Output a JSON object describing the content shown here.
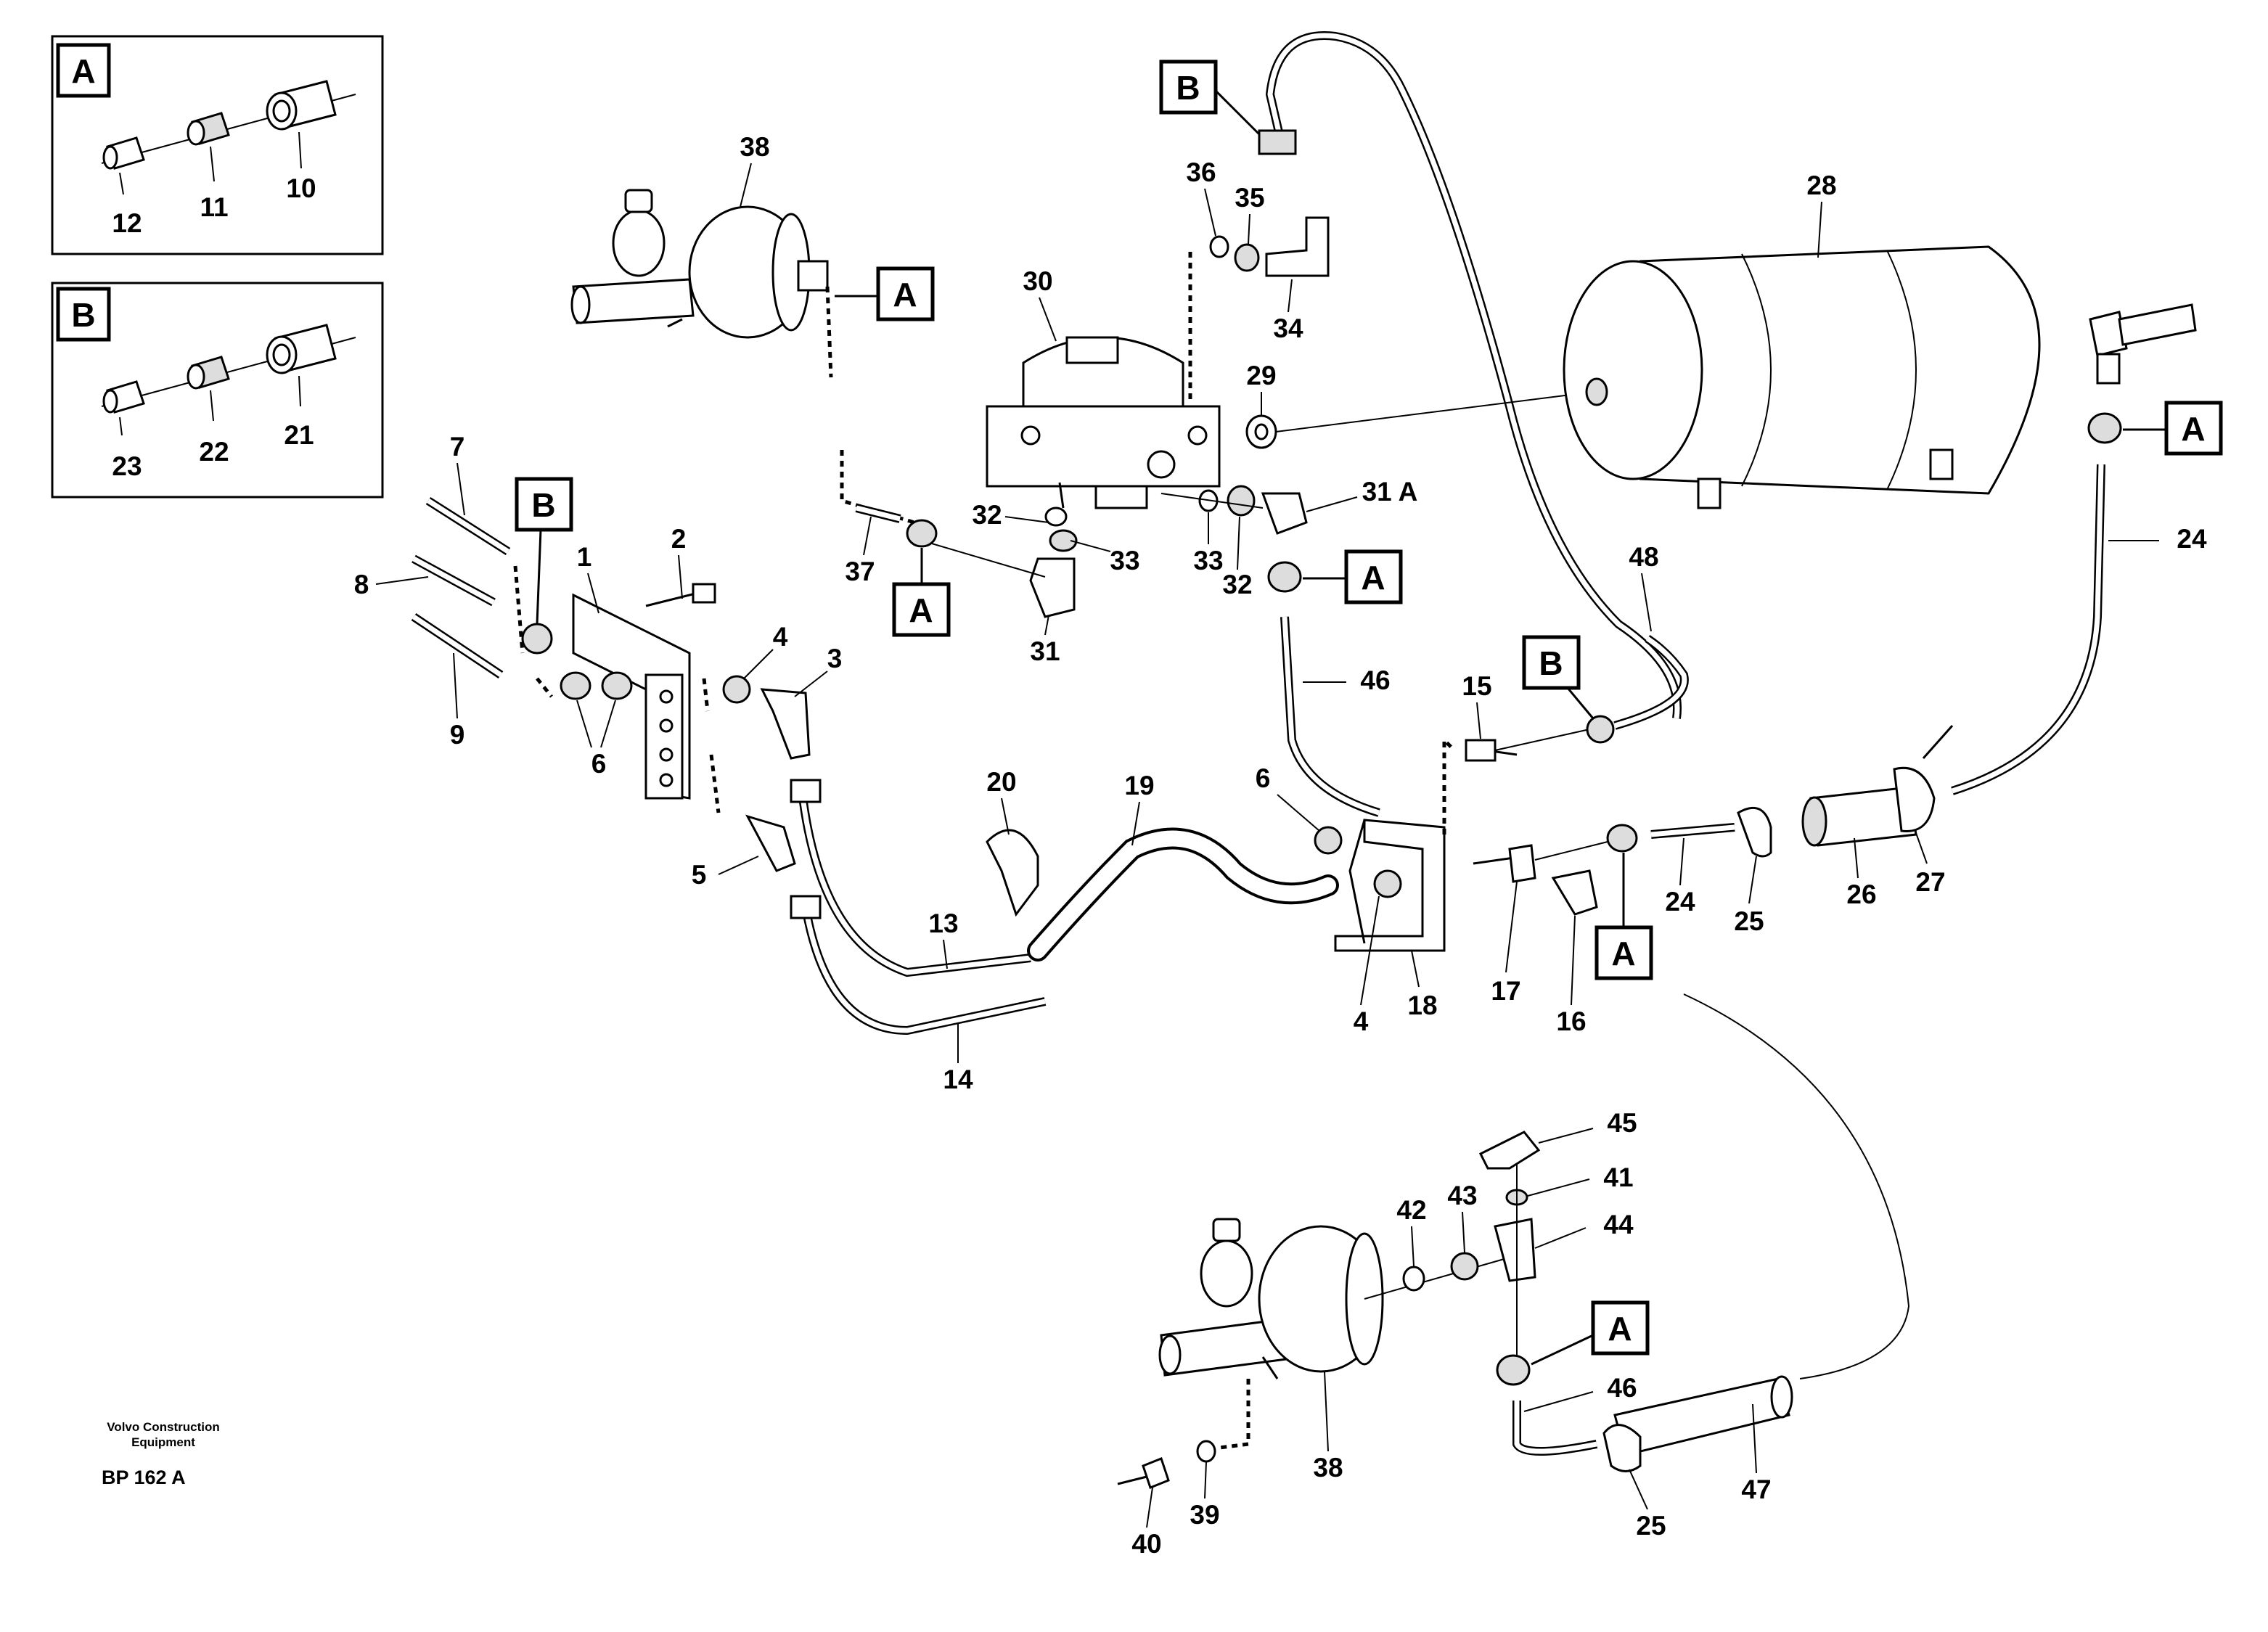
{
  "insets": [
    {
      "tag": "A",
      "labels": [
        "12",
        "11",
        "10"
      ]
    },
    {
      "tag": "B",
      "labels": [
        "23",
        "22",
        "21"
      ]
    }
  ],
  "tags": {
    "a": "A",
    "b": "B"
  },
  "callouts": {
    "p1": "1",
    "p2": "2",
    "p3": "3",
    "p4": "4",
    "p5": "5",
    "p6": "6",
    "p7": "7",
    "p8": "8",
    "p9": "9",
    "p13": "13",
    "p14": "14",
    "p15": "15",
    "p16": "16",
    "p17": "17",
    "p18": "18",
    "p19": "19",
    "p20": "20",
    "p24": "24",
    "p25": "25",
    "p26": "26",
    "p27": "27",
    "p28": "28",
    "p29": "29",
    "p30": "30",
    "p31": "31",
    "p31a": "31 A",
    "p32": "32",
    "p33": "33",
    "p34": "34",
    "p35": "35",
    "p36": "36",
    "p37": "37",
    "p38": "38",
    "p39": "39",
    "p40": "40",
    "p41": "41",
    "p42": "42",
    "p43": "43",
    "p44": "44",
    "p45": "45",
    "p46": "46",
    "p47": "47",
    "p48": "48"
  },
  "footer": {
    "line1": "Volvo Construction",
    "line2": "Equipment",
    "code": "BP 162  A"
  }
}
